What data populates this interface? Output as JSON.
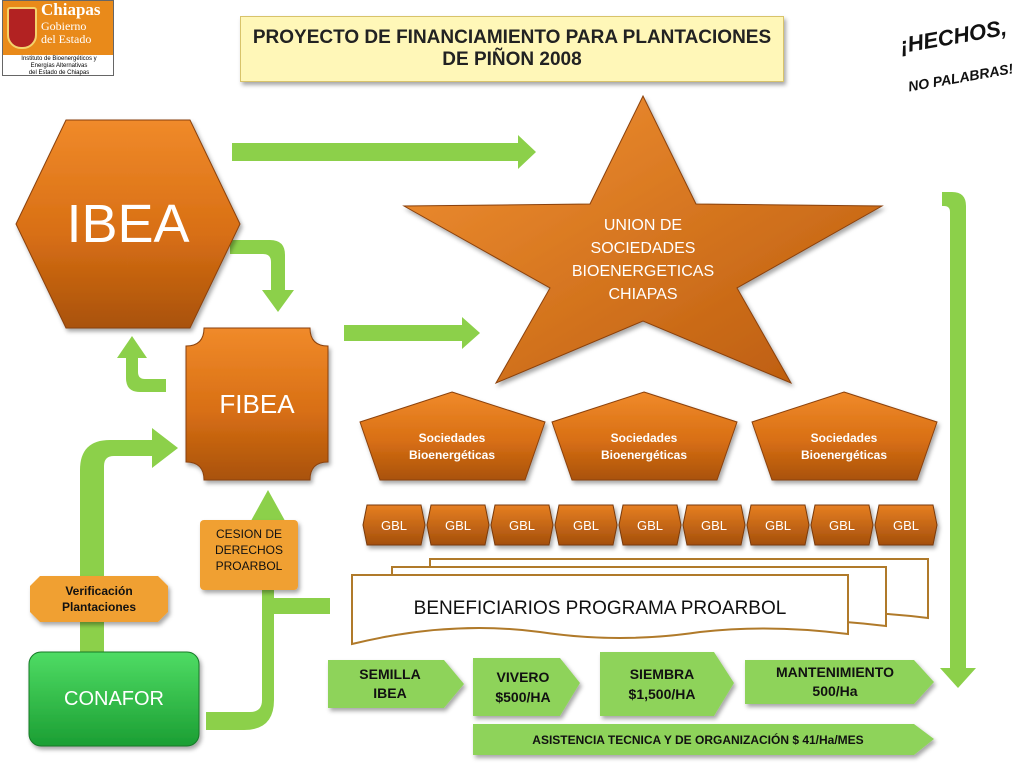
{
  "logo": {
    "name": "Chiapas",
    "sub": "Gobierno\ndel Estado",
    "institute": "Instituto de Bioenergéticos y\nEnergías Alternativas\ndel Estado de Chiapas"
  },
  "title": "PROYECTO DE FINANCIAMIENTO PARA PLANTACIONES\nDE PIÑON 2008",
  "slogan": {
    "line1": "¡HECHOS,",
    "line2": "NO PALABRAS!"
  },
  "nodes": {
    "ibea": "IBEA",
    "fibea": "FIBEA",
    "union": "UNION DE\nSOCIEDADES\nBIOENERGETICAS\nCHIAPAS",
    "sociedades": [
      "Sociedades\nBioenergéticas",
      "Sociedades\nBioenergéticas",
      "Sociedades\nBioenergéticas"
    ],
    "gbl": [
      "GBL",
      "GBL",
      "GBL",
      "GBL",
      "GBL",
      "GBL",
      "GBL",
      "GBL",
      "GBL"
    ],
    "cesion": "CESION DE\nDERECHOS\nPROARBOL",
    "verificacion": "Verificación\nPlantaciones",
    "conafor": "CONAFOR",
    "beneficiarios": "BENEFICIARIOS PROGRAMA PROARBOL",
    "semilla": "SEMILLA\nIBEA",
    "vivero": "VIVERO\n$500/HA",
    "siembra": "SIEMBRA\n$1,500/HA",
    "mantenimiento": "MANTENIMIENTO\n500/Ha",
    "asistencia": "ASISTENCIA TECNICA Y DE ORGANIZACIÓN $ 41/Ha/MES"
  },
  "colors": {
    "orange": "#e0791c",
    "orange_dark": "#9e4a0a",
    "green_arrow": "#8cd04a",
    "green_box": "#8ed35a",
    "conafor": "#2fbf49",
    "cesion": "#f0a033",
    "doc_border": "#b07a2a"
  }
}
